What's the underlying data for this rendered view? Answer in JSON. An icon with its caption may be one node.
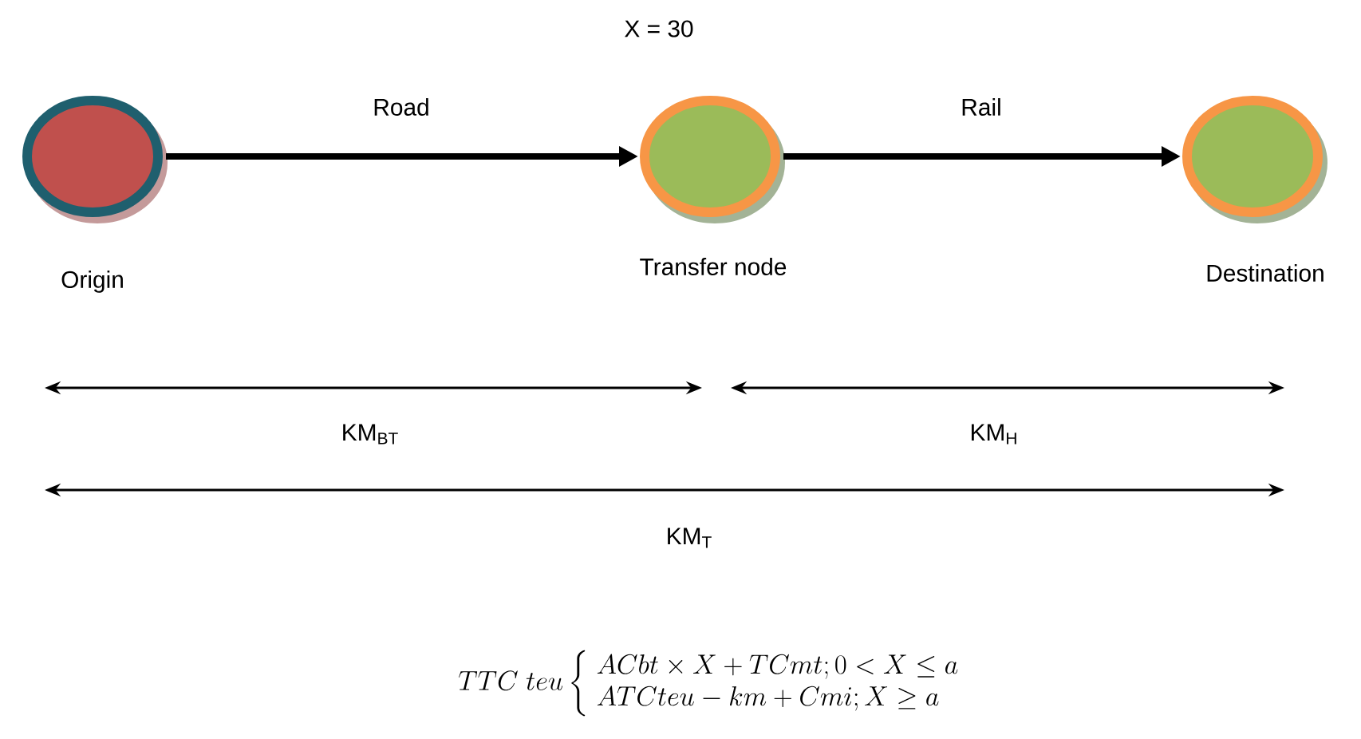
{
  "diagram": {
    "nodes": [
      {
        "text": [
          "Origin"
        ]
      },
      {
        "text": [
          "Transfer node"
        ],
        "beside": [
          "X = 30"
        ]
      },
      {
        "text": [
          "Destination"
        ]
      }
    ],
    "edges": [
      {
        "from": 0,
        "to": 1,
        "arrow": "to",
        "label": "Road"
      },
      {
        "from": 1,
        "to": 2,
        "arrow": "to",
        "label": "Rail"
      }
    ],
    "labels": [
      "KM$_{BT}$",
      "KM$_{H}$",
      "KM$_{T}$",
      "TTC\\ teu\\left\\{\\begin{array}{l}ACbt\\times X+TCmt;0<X\\leq a\\\\ ATCteu-km+Cmi;X\\geq a\\end{array}\\right."
    ]
  }
}
